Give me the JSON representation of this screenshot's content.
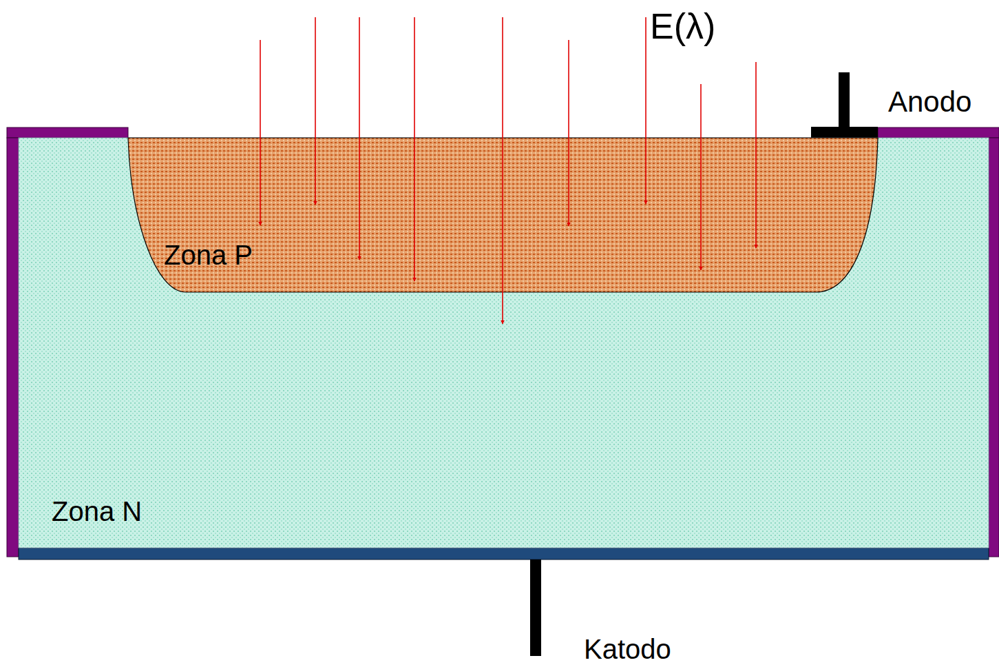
{
  "diagram": {
    "nodes": [
      {
        "text": [
          "Zona N"
        ]
      },
      {
        "text": [
          "Zona P"
        ],
        "in": 0
      }
    ],
    "labels": [
      "E(λ)",
      "Anodo",
      "Katodo"
    ]
  }
}
